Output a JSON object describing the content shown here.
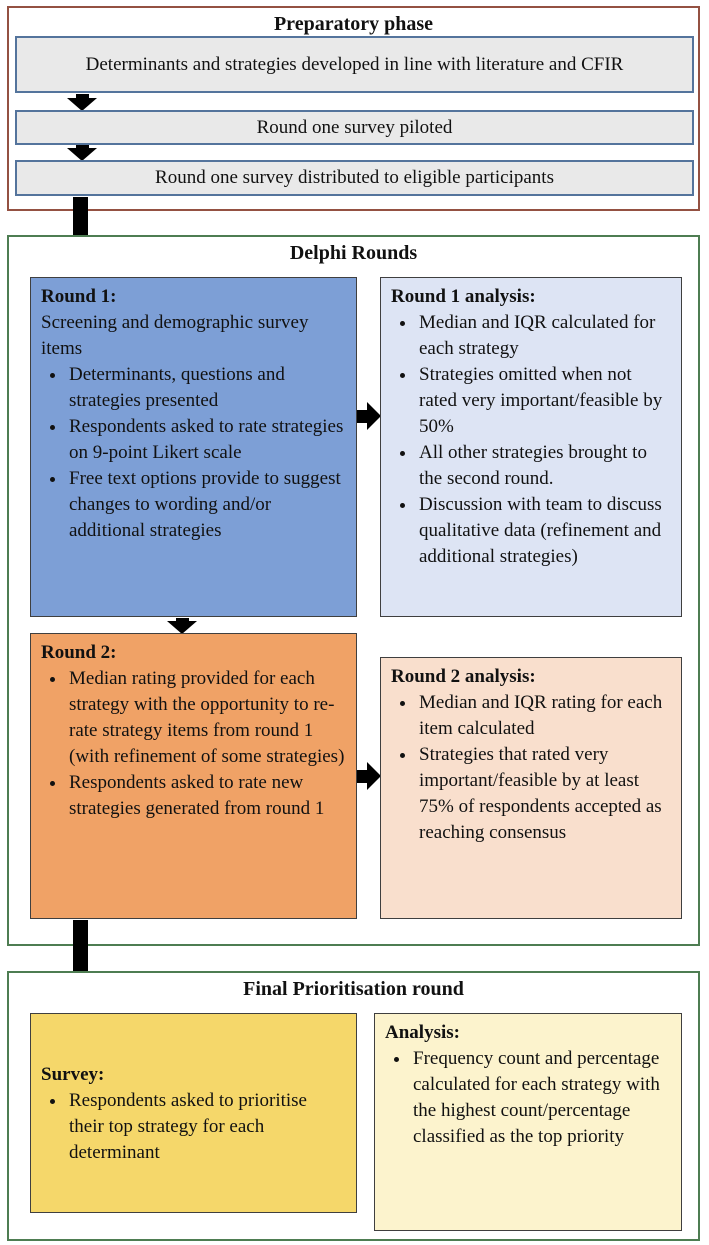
{
  "preparatory": {
    "title": "Preparatory phase",
    "steps": [
      "Determinants and strategies developed in line with literature and CFIR",
      "Round one survey piloted",
      "Round one survey distributed to eligible participants"
    ]
  },
  "delphi": {
    "title": "Delphi Rounds",
    "round1": {
      "heading": "Round 1:",
      "subtitle": "Screening and demographic survey items",
      "bullets": [
        "Determinants, questions and strategies presented",
        "Respondents asked to rate strategies on 9-point Likert scale",
        "Free text options provide to suggest changes to wording and/or additional strategies"
      ]
    },
    "round1_analysis": {
      "heading": "Round 1 analysis:",
      "bullets": [
        "Median and IQR calculated for each strategy",
        "Strategies omitted when not rated very important/feasible by 50%",
        "All other strategies brought to the second round.",
        "Discussion with team to discuss qualitative data (refinement and additional strategies)"
      ]
    },
    "round2": {
      "heading": "Round 2:",
      "bullets": [
        "Median rating provided for each strategy with the opportunity to re-rate strategy items from round 1 (with refinement of some strategies)",
        "Respondents asked to rate new strategies generated from round 1"
      ]
    },
    "round2_analysis": {
      "heading": "Round 2 analysis:",
      "bullets": [
        "Median and IQR rating for each item calculated",
        "Strategies that rated very important/feasible by at least 75% of respondents accepted as reaching consensus"
      ]
    }
  },
  "final": {
    "title": "Final Prioritisation round",
    "survey": {
      "heading": "Survey:",
      "bullets": [
        "Respondents asked to prioritise their top strategy for each determinant"
      ]
    },
    "analysis": {
      "heading": "Analysis:",
      "bullets": [
        "Frequency count and percentage calculated for each strategy with the highest count/percentage classified as the top priority"
      ]
    }
  },
  "colors": {
    "preparatory_border": "#945142",
    "rounds_border": "#4e7d52",
    "step_box_fill": "#e9e9e9",
    "step_box_border": "#54749c",
    "round1_fill": "#7d9fd6",
    "round1_analysis_fill": "#dde4f4",
    "round2_fill": "#f0a266",
    "round2_analysis_fill": "#f9dfcd",
    "survey_fill": "#f5d76a",
    "final_analysis_fill": "#fcf3cd",
    "arrow_color": "#000000"
  }
}
